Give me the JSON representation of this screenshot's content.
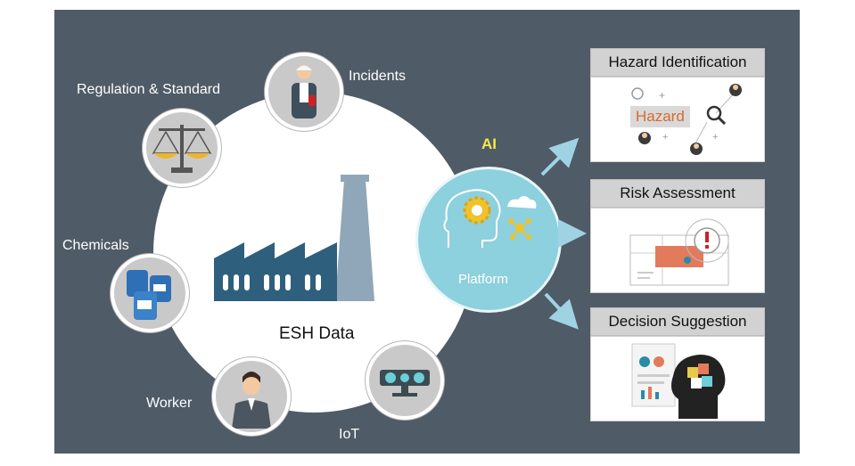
{
  "labels": {
    "incidents": "Incidents",
    "regulation": "Regulation & Standard",
    "chemicals": "Chemicals",
    "worker": "Worker",
    "iot": "IoT",
    "esh_data": "ESH Data",
    "ai": "AI",
    "platform": "Platform"
  },
  "cards": [
    {
      "title": "Hazard Identification",
      "chip": "Hazard"
    },
    {
      "title": "Risk Assessment"
    },
    {
      "title": "Decision Suggestion"
    }
  ],
  "icons": {
    "incidents": "injured-worker-icon",
    "regulation": "scales-icon",
    "chemicals": "chemical-barrels-icon",
    "worker": "worker-avatar-icon",
    "iot": "iot-sensor-icon",
    "factory": "factory-icon",
    "ai": "ai-brain-icon"
  },
  "colors": {
    "panel": "#4f5b66",
    "ai_circle": "#8dd0de",
    "ai_label": "#f5e94a",
    "arrow": "#9fd3e4",
    "factory": "#2e5f7d",
    "chimney": "#8fa7b8",
    "hazard_text": "#d76b2a"
  }
}
